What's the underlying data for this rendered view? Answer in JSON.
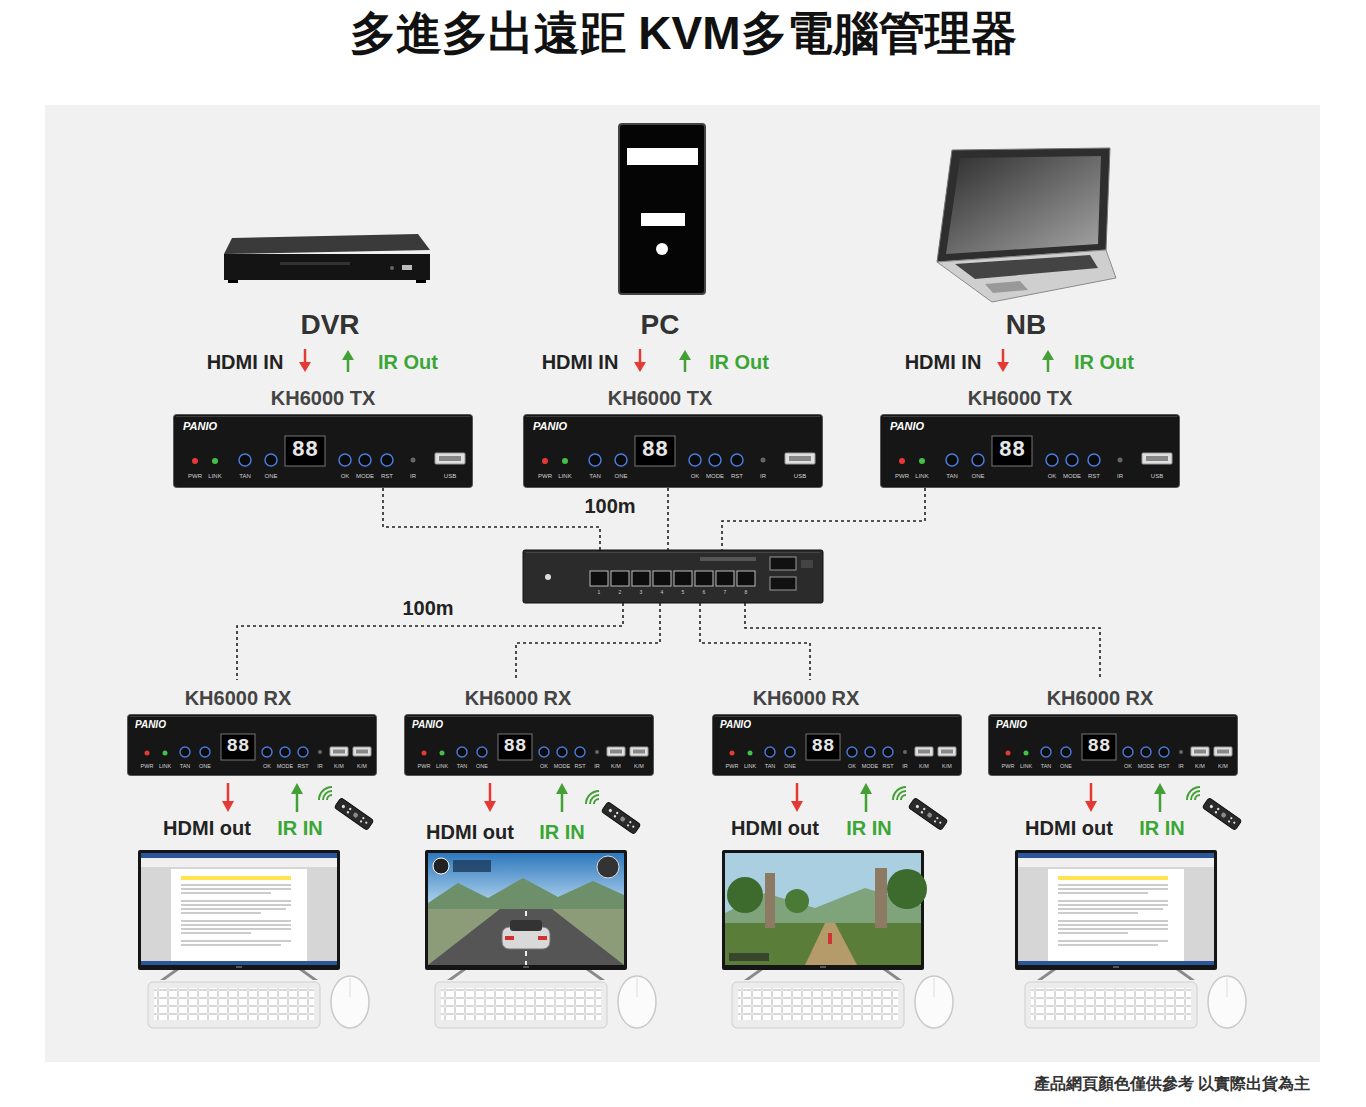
{
  "diagram": {
    "title": "多進多出遠距 KVM多電腦管理器",
    "caption": "產品網頁顏色僅供參考 以實際出貨為主",
    "nodes": [
      {
        "text": [
          "DVR"
        ]
      },
      {
        "text": [
          "PC"
        ]
      },
      {
        "text": [
          "NB"
        ]
      },
      {
        "text": [
          "KH6000 TX",
          "PANIO",
          "88",
          "PWR",
          "LINK",
          "TAN",
          "ONE",
          "OK",
          "MODE",
          "RST",
          "IR",
          "USB"
        ]
      },
      {
        "text": [
          "KH6000 TX",
          "PANIO",
          "88",
          "PWR",
          "LINK",
          "TAN",
          "ONE",
          "OK",
          "MODE",
          "RST",
          "IR",
          "USB"
        ]
      },
      {
        "text": [
          "KH6000 TX",
          "PANIO",
          "88",
          "PWR",
          "LINK",
          "TAN",
          "ONE",
          "OK",
          "MODE",
          "RST",
          "IR",
          "USB"
        ]
      },
      {
        "text": [
          "1",
          "2",
          "3",
          "4",
          "5",
          "6",
          "7",
          "8"
        ]
      },
      {
        "text": [
          "KH6000 RX",
          "PANIO",
          "88",
          "PWR",
          "LINK",
          "TAN",
          "ONE",
          "OK",
          "MODE",
          "RST",
          "IR",
          "K/M",
          "K/M"
        ]
      },
      {
        "text": [
          "KH6000 RX",
          "PANIO",
          "88",
          "PWR",
          "LINK",
          "TAN",
          "ONE",
          "OK",
          "MODE",
          "RST",
          "IR",
          "K/M",
          "K/M"
        ]
      },
      {
        "text": [
          "KH6000 RX",
          "PANIO",
          "88",
          "PWR",
          "LINK",
          "TAN",
          "ONE",
          "OK",
          "MODE",
          "RST",
          "IR",
          "K/M",
          "K/M"
        ]
      },
      {
        "text": [
          "KH6000 RX",
          "PANIO",
          "88",
          "PWR",
          "LINK",
          "TAN",
          "ONE",
          "OK",
          "MODE",
          "RST",
          "IR",
          "K/M",
          "K/M"
        ]
      }
    ],
    "edges": [
      {
        "from": 3,
        "to": 6,
        "arrow": "none"
      },
      {
        "from": 4,
        "to": 6,
        "arrow": "none",
        "label": "100m"
      },
      {
        "from": 5,
        "to": 6,
        "arrow": "none"
      },
      {
        "from": 6,
        "to": 7,
        "arrow": "none",
        "label": "100m"
      },
      {
        "from": 6,
        "to": 8,
        "arrow": "none"
      },
      {
        "from": 6,
        "to": 9,
        "arrow": "none"
      },
      {
        "from": 6,
        "to": 10,
        "arrow": "none"
      }
    ],
    "labels": [
      "HDMI IN",
      "IR Out",
      "HDMI IN",
      "IR Out",
      "HDMI IN",
      "IR Out",
      "HDMI out",
      "IR IN",
      "HDMI out",
      "IR IN",
      "HDMI out",
      "IR IN",
      "HDMI out",
      "IR IN"
    ]
  }
}
